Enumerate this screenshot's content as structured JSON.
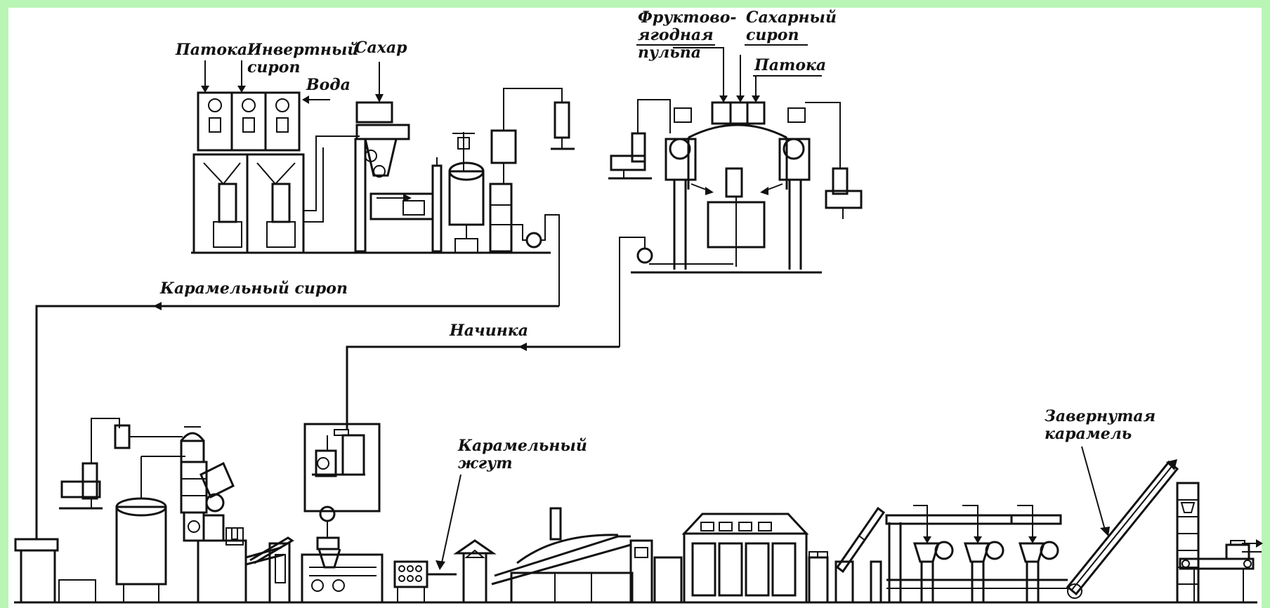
{
  "labels": {
    "patoka_top": "Патока",
    "invertny": "Инвертный",
    "sirop_small": "сироп",
    "voda": "Вода",
    "sakhar": "Сахар",
    "fruktovo": "Фруктово-",
    "yagodnaya": "ягодная",
    "pulpa": "пульпа",
    "sakharny": "Сахарный",
    "sirop_right": "сироп",
    "patoka_right": "Патока",
    "karamelny_sirop": "Карамельный сироп",
    "nachinka": "Начинка",
    "karamelny": "Карамельный",
    "zhgut": "жгут",
    "zavernutaya": "Завернутая",
    "karamel": "карамель"
  },
  "colors": {
    "frame": "#b9f5b5",
    "panel": "#ffffff",
    "ink": "#111111"
  }
}
